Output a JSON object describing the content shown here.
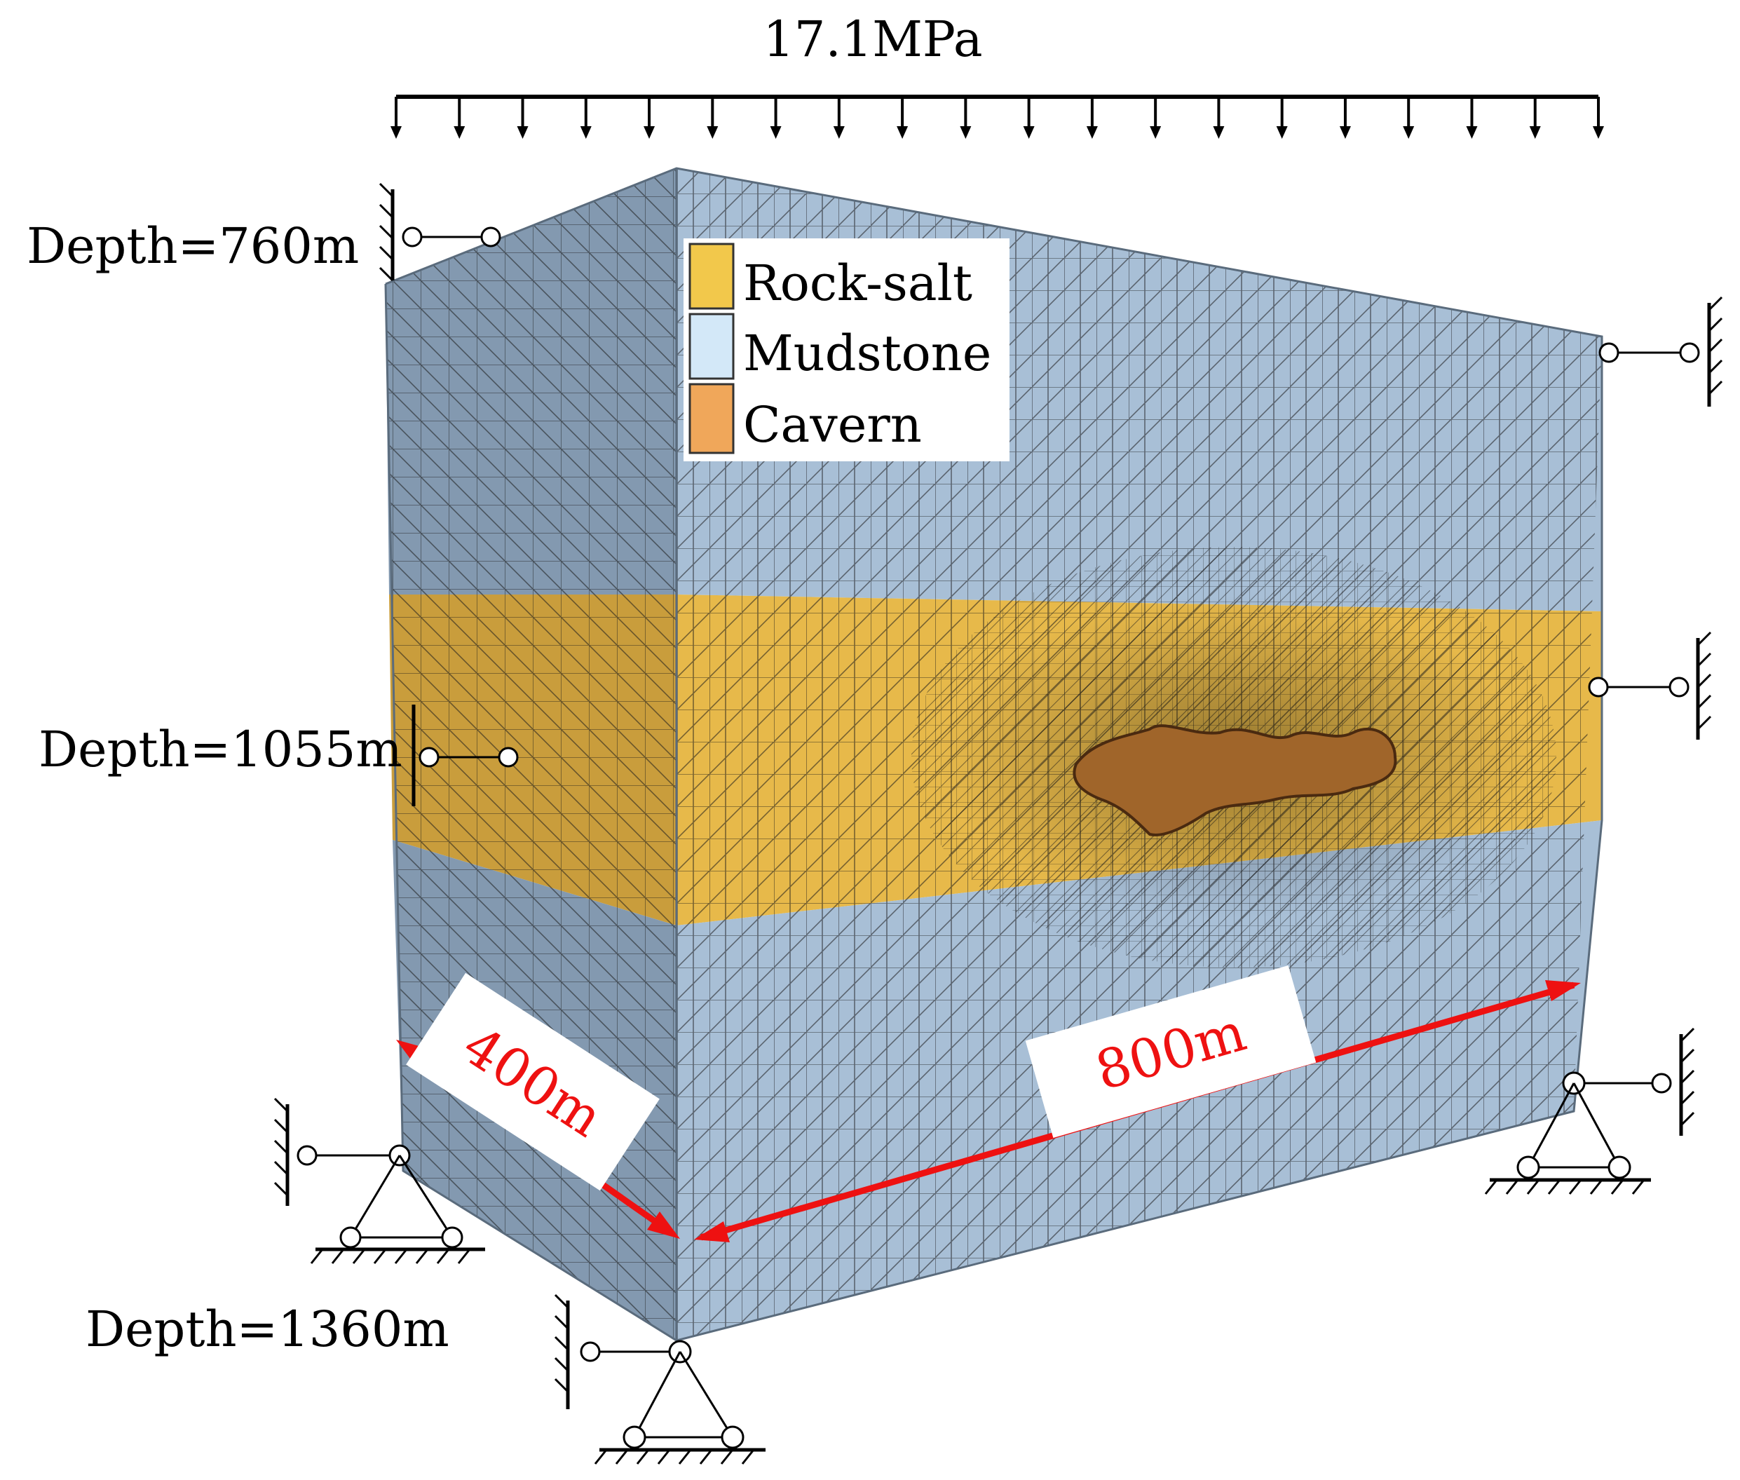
{
  "load": {
    "label": "17.1MPa"
  },
  "depths": {
    "top": "Depth=760m",
    "middle": "Depth=1055m",
    "bottom": "Depth=1360m"
  },
  "legend": [
    {
      "label": "Rock-salt",
      "color": "#f2c84b"
    },
    {
      "label": "Mudstone",
      "color": "#d3e8f8"
    },
    {
      "label": "Cavern",
      "color": "#f0a75a"
    }
  ],
  "dimensions": {
    "width": "400m",
    "length": "800m"
  },
  "colors": {
    "mudstone_front": "#a8bfd6",
    "mudstone_side": "#8399b0",
    "rocksalt_front": "#e7b94a",
    "rocksalt_side": "#c99d3c",
    "cavern": "#a0652a",
    "dimension_arrow": "#ee1111",
    "mesh": "#1a1a1a"
  }
}
